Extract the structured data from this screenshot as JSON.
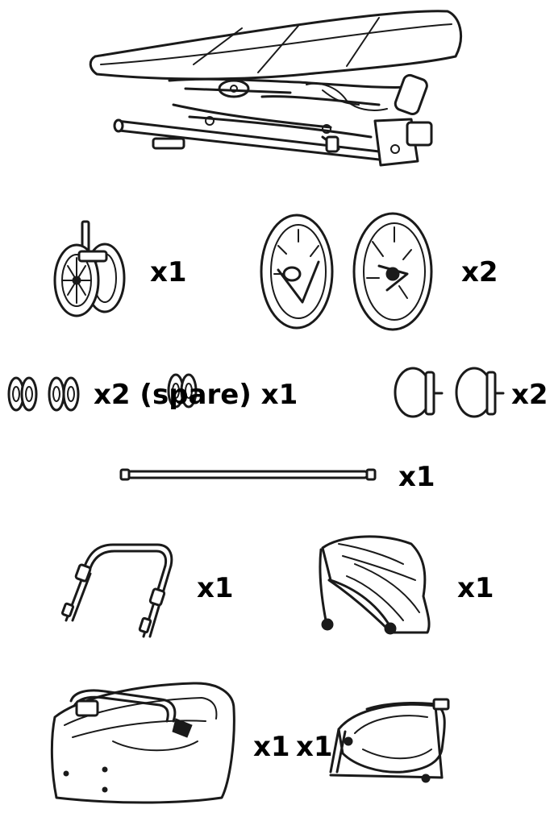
{
  "parts": {
    "front_wheel": {
      "icon": "swivel-front-wheel",
      "quantity": "x1"
    },
    "rear_wheels": {
      "icon": "rear-wheel",
      "quantity": "x2"
    },
    "wheel_clips": {
      "icon": "wheel-clip",
      "quantity": "x2 (spare) x1"
    },
    "hub_caps": {
      "icon": "hub-cap",
      "quantity": "x2"
    },
    "axle": {
      "icon": "rear-axle-bar",
      "quantity": "x1"
    },
    "handlebar": {
      "icon": "bumper-bar",
      "quantity": "x1"
    },
    "canopy": {
      "icon": "canopy-hood",
      "quantity": "x1"
    },
    "carrycot": {
      "icon": "carrycot",
      "quantity": "x1"
    },
    "seat_unit": {
      "icon": "seat-unit",
      "quantity": "x1"
    }
  },
  "frame": {
    "icon": "folded-stroller-frame"
  }
}
